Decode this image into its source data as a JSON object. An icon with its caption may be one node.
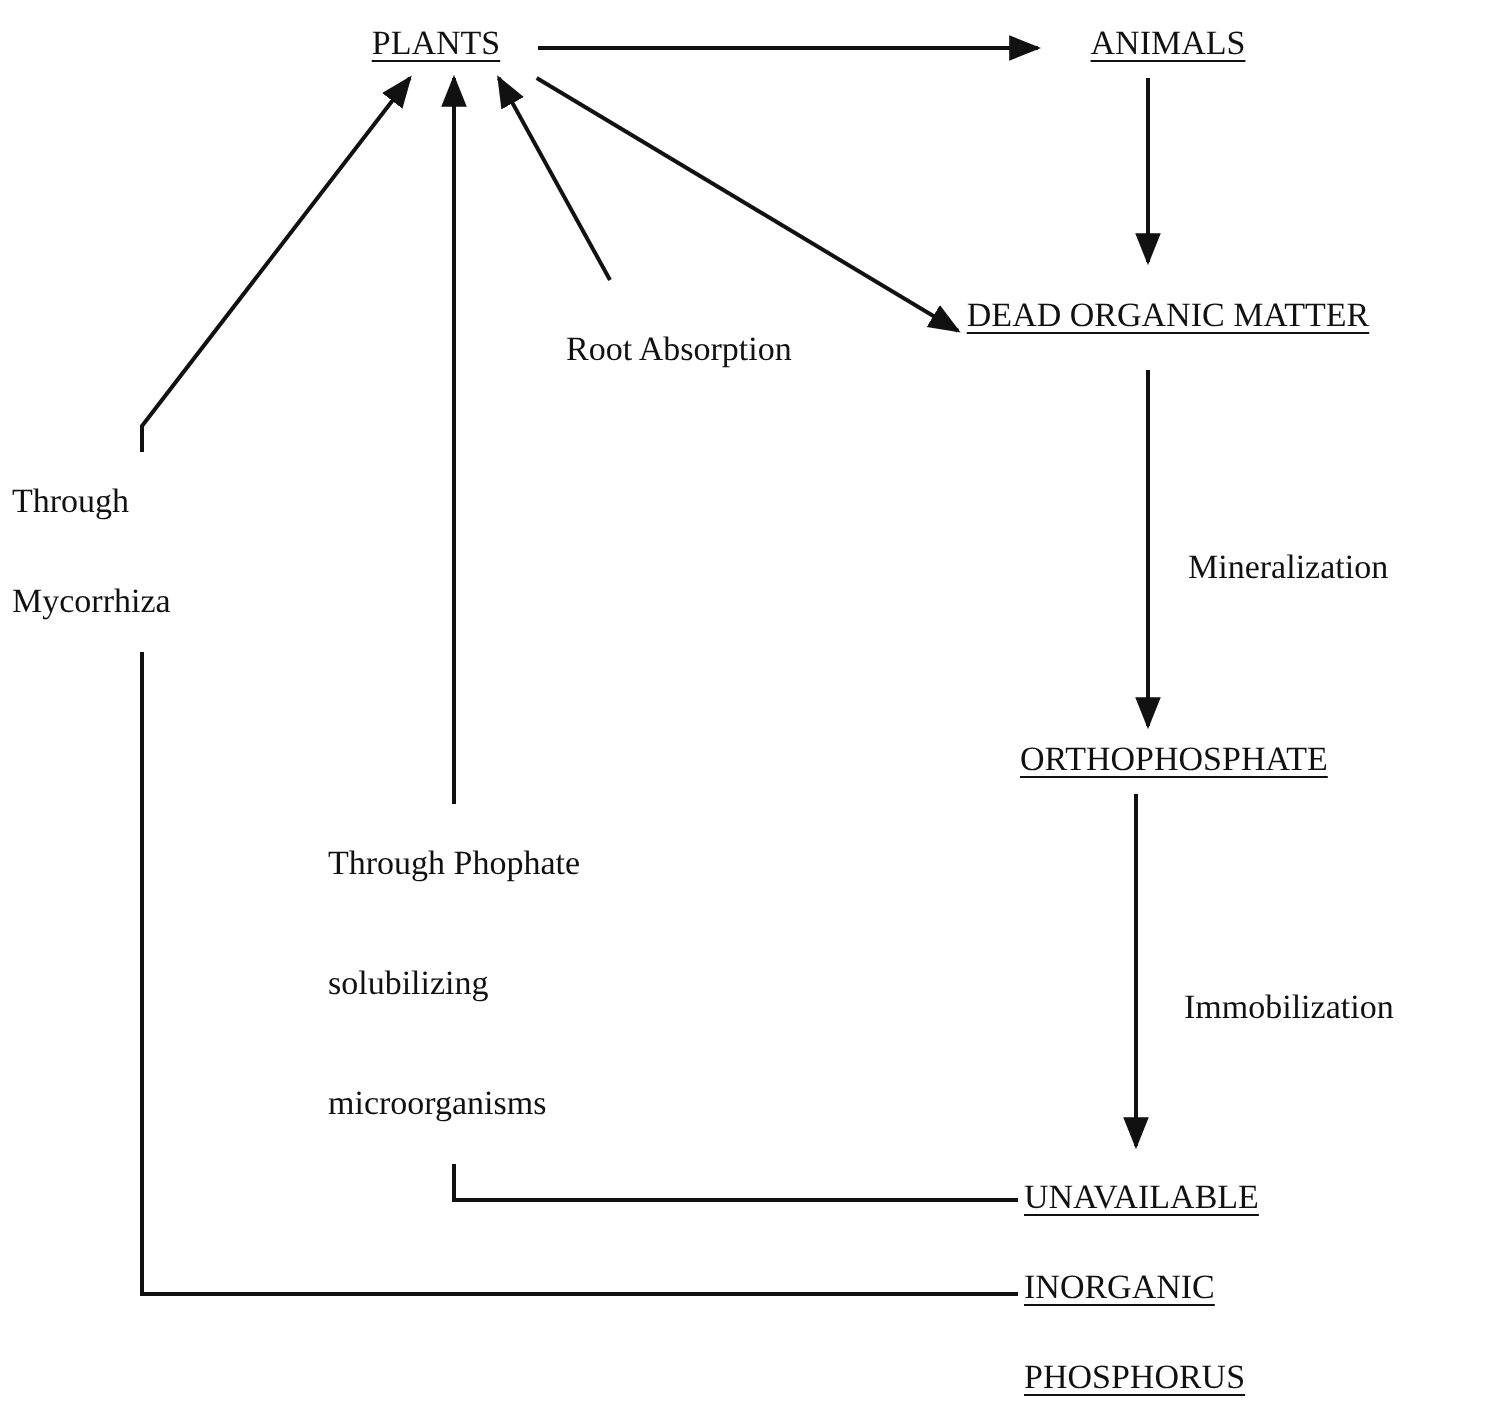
{
  "diagram": {
    "nodes": [
      {
        "text": [
          "PLANTS"
        ]
      },
      {
        "text": [
          "ANIMALS"
        ]
      },
      {
        "text": [
          "DEAD ORGANIC MATTER"
        ]
      },
      {
        "text": [
          "ORTHOPHOSPHATE"
        ]
      },
      {
        "text": [
          "UNAVAILABLE INORGANIC PHOSPHORUS"
        ]
      }
    ],
    "edges": [
      {
        "from": 0,
        "to": 1,
        "arrow": "to"
      },
      {
        "from": 0,
        "to": 2,
        "arrow": "to"
      },
      {
        "from": 1,
        "to": 2,
        "arrow": "to"
      },
      {
        "from": 2,
        "to": 3,
        "arrow": "to",
        "label": "Mineralization"
      },
      {
        "from": 3,
        "to": 4,
        "arrow": "to",
        "label": "Immobilization"
      },
      {
        "from": 4,
        "to": 0,
        "arrow": "to",
        "label": "Through Phophate solubilizing microorganisms"
      },
      {
        "from": 4,
        "to": 0,
        "arrow": "to",
        "label": "Through Mycorrhiza"
      },
      {
        "from": null,
        "to": 0,
        "arrow": "to",
        "label": "Root Absorption"
      }
    ]
  }
}
